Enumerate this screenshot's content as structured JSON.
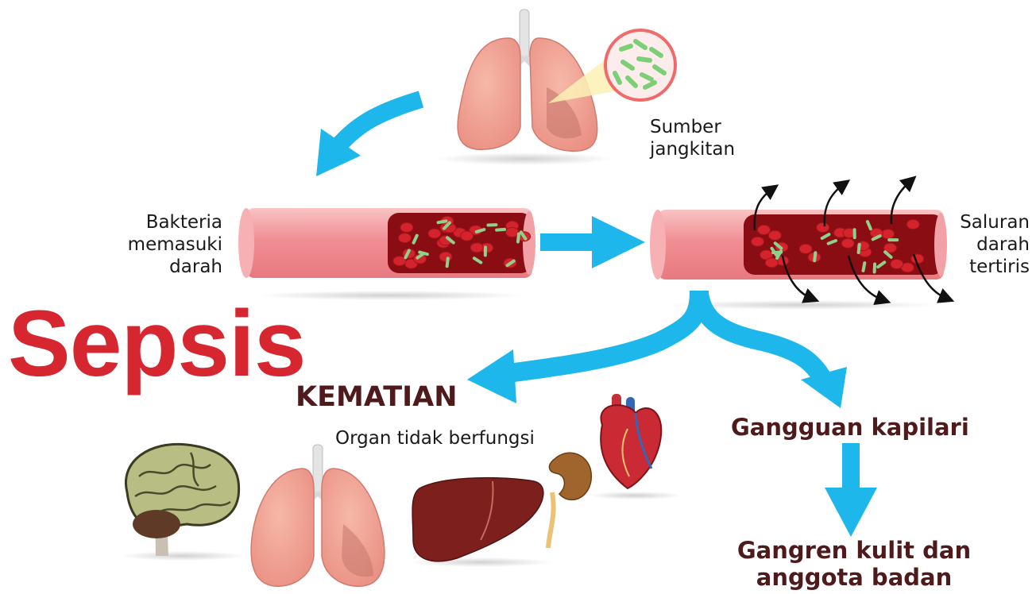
{
  "title": "Sepsis",
  "labels": {
    "infection_source": [
      "Sumber",
      "jangkitan"
    ],
    "bacteria_enter_blood": [
      "Bakteria",
      "memasuki",
      "darah"
    ],
    "leaky_vessel": [
      "Saluran",
      "darah",
      "tertiris"
    ],
    "death": "KEMATIAN",
    "organ_failure": "Organ tidak berfungsi",
    "capillary_disorder": "Gangguan kapilari",
    "gangrene": [
      "Gangren kulit dan",
      "anggota badan"
    ]
  },
  "colors": {
    "title": "#d62630",
    "arrow": "#1eb7ec",
    "dark_text": "#4e1a1c",
    "vessel_outer": "#f5a3a6",
    "blood": "#8a0d14",
    "bacteria": "#8fd18a"
  },
  "icons": [
    "lungs-icon",
    "bacteria-magnifier-icon",
    "blood-vessel-icon",
    "brain-icon",
    "liver-icon",
    "kidney-icon",
    "heart-icon"
  ]
}
